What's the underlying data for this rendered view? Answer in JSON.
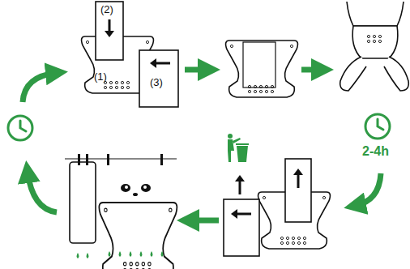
{
  "diagram": {
    "labels": [
      "(2)",
      "(1)",
      "(3)",
      "2-4h"
    ]
  }
}
